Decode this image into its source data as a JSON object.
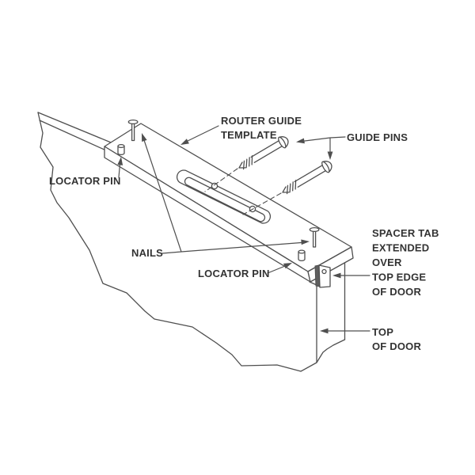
{
  "colors": {
    "background": "#ffffff",
    "line": "#4f4f4f",
    "text": "#333333",
    "tab_side_fill": "#5f5f5f"
  },
  "labels": {
    "router_guide_template": {
      "lines": [
        "ROUTER GUIDE",
        "TEMPLATE"
      ]
    },
    "guide_pins": {
      "lines": [
        "GUIDE PINS"
      ]
    },
    "locator_pin_left": {
      "lines": [
        "LOCATOR PIN"
      ]
    },
    "nails": {
      "lines": [
        "NAILS"
      ]
    },
    "locator_pin_right": {
      "lines": [
        "LOCATOR PIN"
      ]
    },
    "spacer_tab": {
      "lines": [
        "SPACER TAB",
        "EXTENDED",
        "OVER",
        "TOP EDGE",
        "OF DOOR"
      ]
    },
    "top_of_door": {
      "lines": [
        "TOP",
        "OF DOOR"
      ]
    }
  }
}
